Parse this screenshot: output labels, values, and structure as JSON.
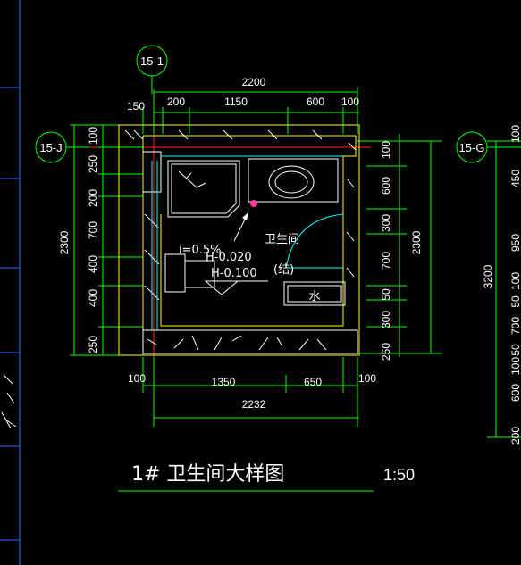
{
  "axis_labels": {
    "left": "15-J",
    "top": "15-1",
    "right": "15-G"
  },
  "dims_top": {
    "total": "2200",
    "segments": [
      "150",
      "200",
      "1150",
      "600",
      "100"
    ]
  },
  "dims_bottom": {
    "segments": [
      "100",
      "1350",
      "650",
      "100"
    ],
    "total": "2232"
  },
  "dims_left": {
    "total": "2300",
    "segments": [
      "100",
      "250",
      "200",
      "700",
      "400",
      "400",
      "250"
    ]
  },
  "dims_right": {
    "segments": [
      "100",
      "600",
      "300",
      "700",
      "50",
      "300",
      "250"
    ],
    "total": "2300"
  },
  "dims_far_right": {
    "total": "3200",
    "segments": [
      "100",
      "450",
      "950",
      "100",
      "50",
      "700",
      "50",
      "100",
      "600",
      "200"
    ]
  },
  "room": {
    "name": "卫生间",
    "slope": "i=0.5%",
    "level_1": "H-0.020",
    "level_2": "H-0.100",
    "note": "(结)",
    "water_label": "水"
  },
  "title": {
    "text": "1# 卫生间大样图",
    "scale": "1:50"
  },
  "colors": {
    "bg": "#000000",
    "green": "#00ff00",
    "yellow": "#ffff00",
    "white": "#ffffff",
    "cyan": "#00ffff",
    "red": "#ff2020",
    "blue": "#2f6bff"
  }
}
